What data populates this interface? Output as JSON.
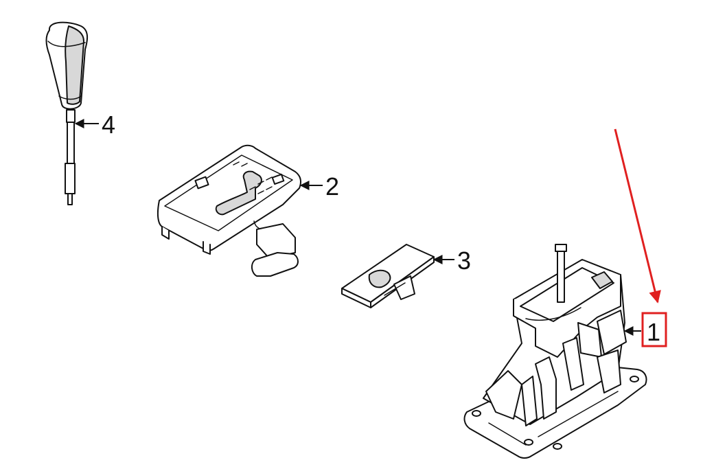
{
  "diagram": {
    "callouts": [
      {
        "id": "1",
        "label": "1",
        "highlighted": true
      },
      {
        "id": "2",
        "label": "2",
        "highlighted": false
      },
      {
        "id": "3",
        "label": "3",
        "highlighted": false
      },
      {
        "id": "4",
        "label": "4",
        "highlighted": false
      }
    ],
    "colors": {
      "line": "#111111",
      "highlight": "#e02020",
      "background": "#ffffff"
    }
  }
}
